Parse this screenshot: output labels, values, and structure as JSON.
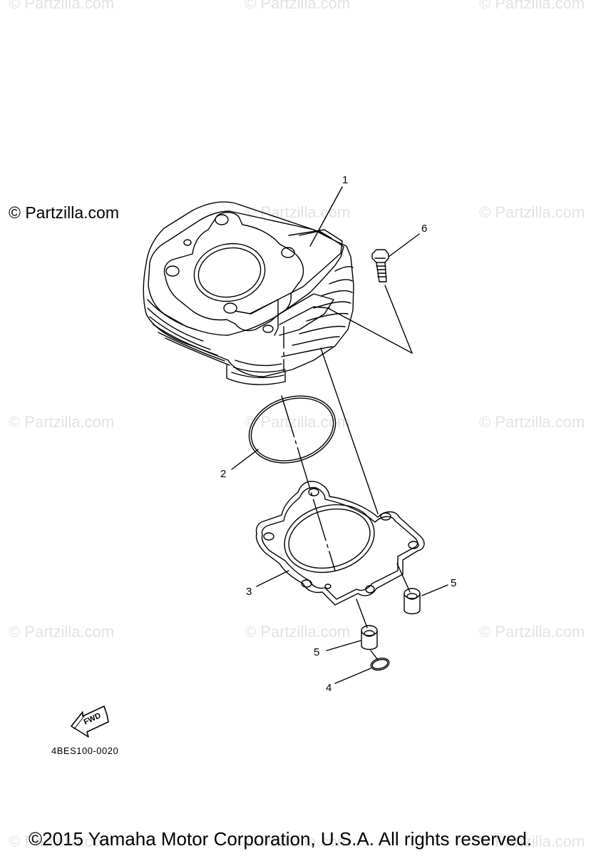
{
  "watermark": {
    "text": "© Partzilla.com"
  },
  "corner_watermark": "© Partzilla.com",
  "callouts": {
    "c1": "1",
    "c2": "2",
    "c3": "3",
    "c4": "4",
    "c5a": "5",
    "c5b": "5",
    "c6": "6"
  },
  "fwd_label": "FWD",
  "diagram_code": "4BES100-0020",
  "copyright": "©2015 Yamaha Motor Corporation, U.S.A. All rights reserved."
}
